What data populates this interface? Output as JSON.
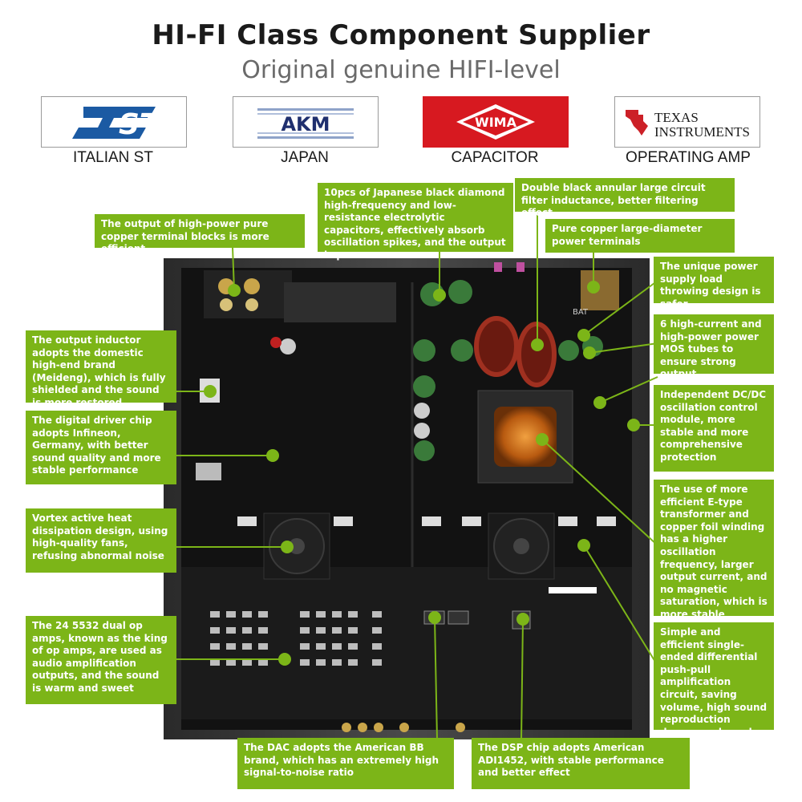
{
  "header": {
    "title": "HI-FI Class Component Supplier",
    "subtitle": "Original genuine HIFI-level"
  },
  "logos": [
    {
      "mark": "ST",
      "caption": "ITALIAN ST"
    },
    {
      "mark": "AKM",
      "caption": "JAPAN"
    },
    {
      "mark": "WIMA",
      "caption": "CAPACITOR"
    },
    {
      "mark_line1": "TEXAS",
      "mark_line2": "INSTRUMENTS",
      "caption": "OPERATING AMP"
    }
  ],
  "callouts": {
    "terminal_blocks": "The output of high-power pure copper terminal blocks is more efficient",
    "capacitors": "10pcs of Japanese black diamond high-frequency and low-resistance electrolytic capacitors, effectively absorb oscillation spikes, and the output is purer.",
    "filter_inductance": "Double black annular large circuit filter inductance, better filtering effect.",
    "power_terminals": "Pure copper large-diameter power terminals",
    "load_throwing": "The unique power supply load throwing design is safer",
    "mos_tubes": "6 high-current and high-power power MOS tubes to ensure strong output",
    "output_inductor": "The output inductor adopts the domestic high-end brand (Meideng), which is fully shielded and the sound is more restored",
    "driver_chip": "The digital driver chip adopts Infineon, Germany, with better sound quality and more stable performance",
    "dcdc_module": "Independent DC/DC oscillation control module, more stable and more comprehensive protection",
    "vortex_cooling": "Vortex active heat dissipation design, using high-quality fans, refusing abnormal noise",
    "transformer": "The use of more efficient E-type transformer and copper foil winding has a higher oscillation frequency, larger output current, and no magnetic saturation, which is more stable",
    "op_amps": "The 24 5532 dual op amps, known as the king of op amps, are used as audio amplification outputs, and the sound is warm and sweet",
    "push_pull": "Simple and efficient single-ended differential push-pull amplification circuit, saving volume, high sound reproduction degree and good stability",
    "dac": "The DAC adopts the American BB brand, which has an extremely high signal-to-noise ratio",
    "dsp": "The DSP chip adopts American ADI1452, with stable performance and better effect"
  },
  "board": {
    "silk_label": "BAT"
  },
  "colors": {
    "callout_green": "#7cb518",
    "st_blue": "#1b5aa3",
    "akm_navy": "#1f2f6e",
    "wima_red": "#d71920",
    "ti_red": "#cc2027",
    "pcb_black": "#121212",
    "chassis_gray": "#3a3a3a"
  }
}
